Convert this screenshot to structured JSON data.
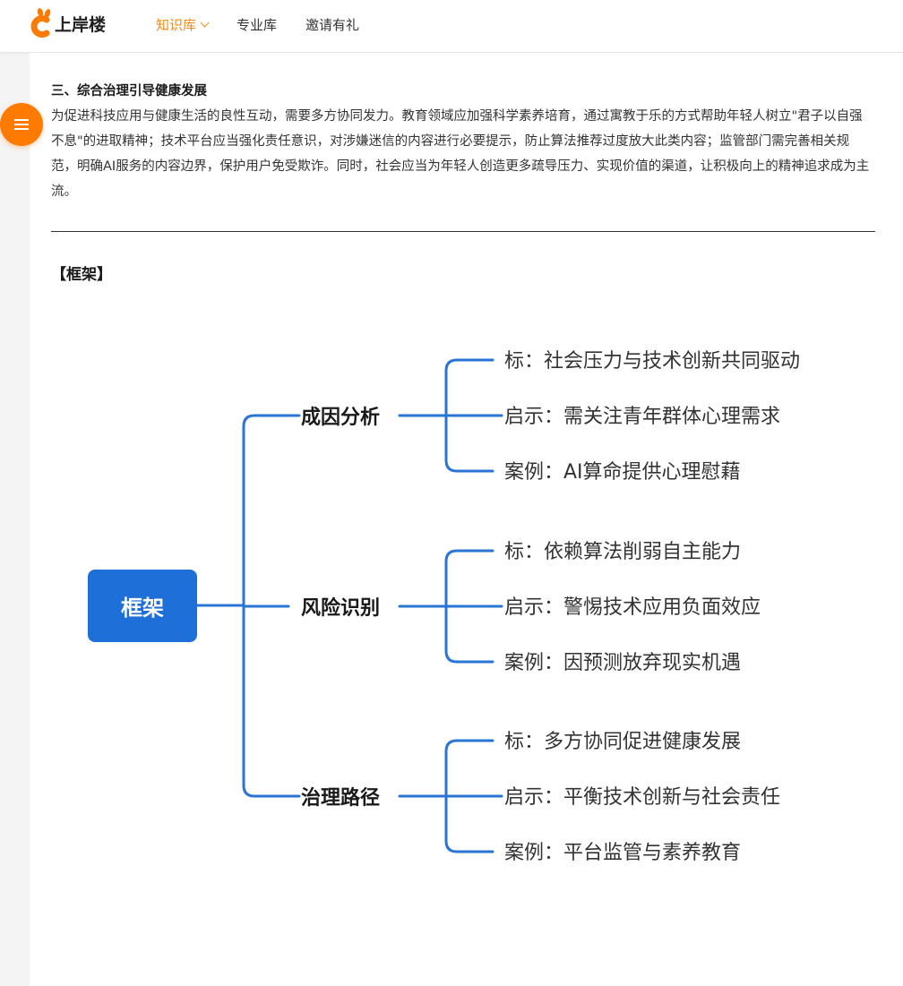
{
  "header": {
    "logo_text": "上岸楼",
    "nav": [
      {
        "label": "知识库",
        "active": true
      },
      {
        "label": "专业库",
        "active": false
      },
      {
        "label": "邀请有礼",
        "active": false
      }
    ]
  },
  "article": {
    "heading": "三、综合治理引导健康发展",
    "paragraph": "为促进科技应用与健康生活的良性互动，需要多方协同发力。教育领域应加强科学素养培育，通过寓教于乐的方式帮助年轻人树立\"君子以自强不息\"的进取精神；技术平台应当强化责任意识，对涉嫌迷信的内容进行必要提示，防止算法推荐过度放大此类内容；监管部门需完善相关规范，明确AI服务的内容边界，保护用户免受欺诈。同时，社会应当为年轻人创造更多疏导压力、实现价值的渠道，让积极向上的精神追求成为主流。",
    "framework_title": "【框架】"
  },
  "mindmap": {
    "root": "框架",
    "branches": [
      {
        "label": "成因分析",
        "leaves": [
          "标：社会压力与技术创新共同驱动",
          "启示：需关注青年群体心理需求",
          "案例：AI算命提供心理慰藉"
        ]
      },
      {
        "label": "风险识别",
        "leaves": [
          "标：依赖算法削弱自主能力",
          "启示：警惕技术应用负面效应",
          "案例：因预测放弃现实机遇"
        ]
      },
      {
        "label": "治理路径",
        "leaves": [
          "标：多方协同促进健康发展",
          "启示：平衡技术创新与社会责任",
          "案例：平台监管与素养教育"
        ]
      }
    ]
  },
  "colors": {
    "brand_orange": "#f08c1d",
    "fab_orange": "#ff7a00",
    "mindmap_blue": "#1f6fd8",
    "connector_blue": "#2a74d4"
  }
}
